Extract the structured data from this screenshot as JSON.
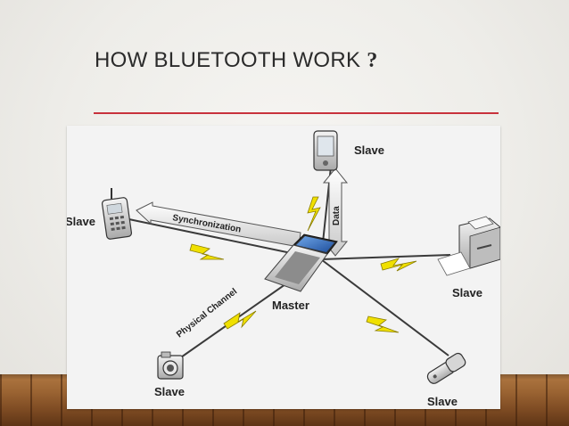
{
  "slide": {
    "title": "HOW BLUETOOTH WORK",
    "title_mark": "?",
    "accent_color": "#c8323c"
  },
  "diagram": {
    "master_label": "Master",
    "slave_label": "Slave",
    "synchronization_label": "Synchronization",
    "data_label": "Data",
    "physical_channel_label": "Physical Channel",
    "bolt_color": "#f0e000"
  }
}
